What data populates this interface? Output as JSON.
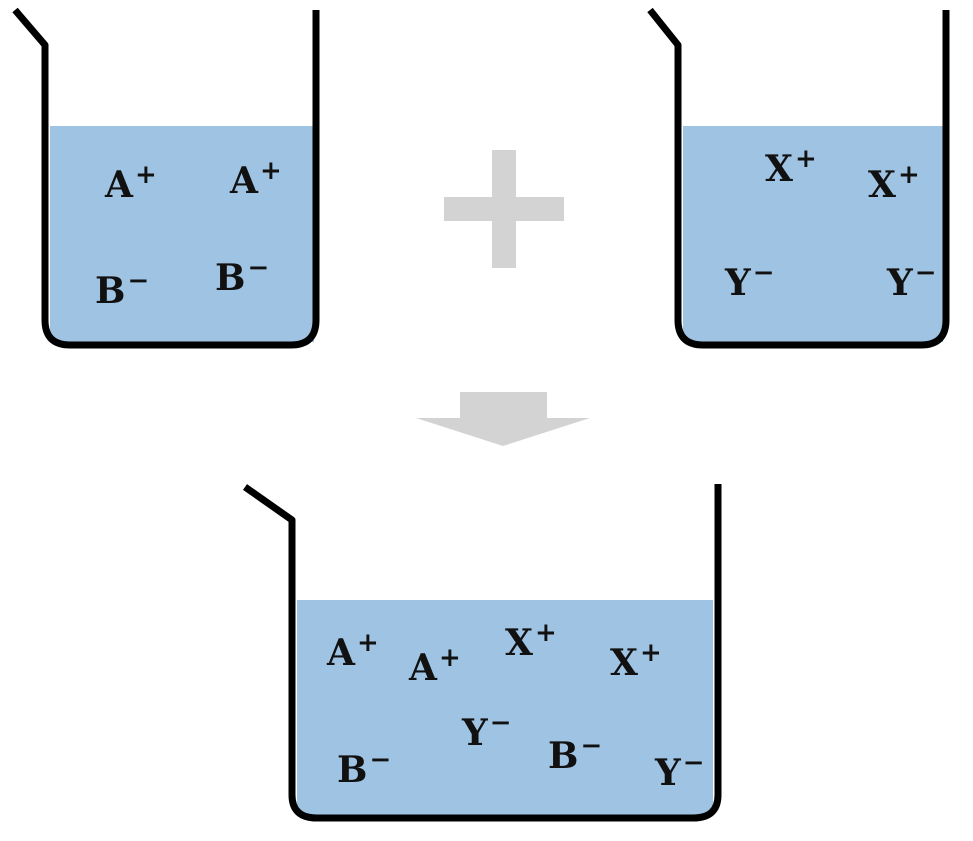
{
  "colors": {
    "solution": "#9fc3e3",
    "beaker_outline": "#000000",
    "operator": "#d3d3d3",
    "text": "#111111"
  },
  "operator_icons": {
    "combine": "plus-icon",
    "result": "down-arrow-icon"
  },
  "beakers": [
    {
      "id": "solution-1",
      "ions": [
        {
          "symbol": "A",
          "charge": "+"
        },
        {
          "symbol": "A",
          "charge": "+"
        },
        {
          "symbol": "B",
          "charge": "−"
        },
        {
          "symbol": "B",
          "charge": "−"
        }
      ]
    },
    {
      "id": "solution-2",
      "ions": [
        {
          "symbol": "X",
          "charge": "+"
        },
        {
          "symbol": "X",
          "charge": "+"
        },
        {
          "symbol": "Y",
          "charge": "−"
        },
        {
          "symbol": "Y",
          "charge": "−"
        }
      ]
    },
    {
      "id": "mixture",
      "ions": [
        {
          "symbol": "A",
          "charge": "+"
        },
        {
          "symbol": "A",
          "charge": "+"
        },
        {
          "symbol": "X",
          "charge": "+"
        },
        {
          "symbol": "X",
          "charge": "+"
        },
        {
          "symbol": "Y",
          "charge": "−"
        },
        {
          "symbol": "B",
          "charge": "−"
        },
        {
          "symbol": "B",
          "charge": "−"
        },
        {
          "symbol": "Y",
          "charge": "−"
        }
      ]
    }
  ]
}
